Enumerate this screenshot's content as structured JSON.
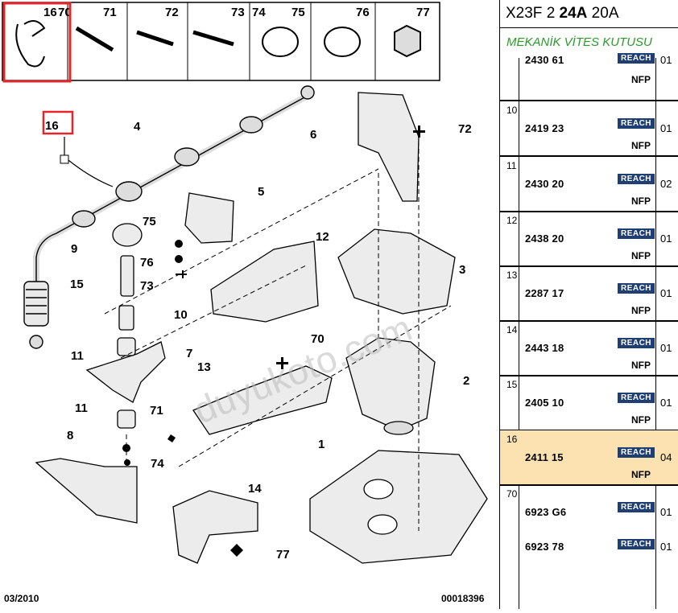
{
  "diagram": {
    "thumbnails": [
      {
        "label": "16",
        "highlight": true
      },
      {
        "label": "70"
      },
      {
        "label": "71"
      },
      {
        "label": "72"
      },
      {
        "label": "73"
      },
      {
        "label": "74"
      },
      {
        "label": "75"
      },
      {
        "label": "76"
      },
      {
        "label": "77"
      }
    ],
    "callouts": [
      "1",
      "2",
      "3",
      "4",
      "5",
      "6",
      "7",
      "8",
      "9",
      "10",
      "11",
      "11",
      "12",
      "13",
      "14",
      "15",
      "16",
      "70",
      "71",
      "72",
      "73",
      "74",
      "75",
      "76",
      "77"
    ],
    "watermark": "duyukoto.com",
    "date_code": "03/2010",
    "drawing_number": "00018396",
    "highlight_color": "#e3262b"
  },
  "panel": {
    "header": {
      "code_prefix": "X23F 2 ",
      "code_bold": "24A",
      "code_suffix": " 20A"
    },
    "subheader": "MEKANİK VİTES KUTUSU",
    "partial_row": {
      "ref": "2430 61",
      "reach": "REACH",
      "qty": "01",
      "nfp": "NFP"
    },
    "rows": [
      {
        "num": "10",
        "ref": "2419 23",
        "reach": "REACH",
        "qty": "01",
        "nfp": "NFP"
      },
      {
        "num": "11",
        "ref": "2430 20",
        "reach": "REACH",
        "qty": "02",
        "nfp": "NFP"
      },
      {
        "num": "12",
        "ref": "2438 20",
        "reach": "REACH",
        "qty": "01",
        "nfp": "NFP"
      },
      {
        "num": "13",
        "ref": "2287 17",
        "reach": "REACH",
        "qty": "01",
        "nfp": "NFP"
      },
      {
        "num": "14",
        "ref": "2443 18",
        "reach": "REACH",
        "qty": "01",
        "nfp": "NFP"
      },
      {
        "num": "15",
        "ref": "2405 10",
        "reach": "REACH",
        "qty": "01",
        "nfp": "NFP"
      },
      {
        "num": "16",
        "ref": "2411 15",
        "reach": "REACH",
        "qty": "04",
        "nfp": "NFP",
        "highlight": true
      },
      {
        "num": "70",
        "ref": "6923 G6",
        "reach": "REACH",
        "qty": "01",
        "ref2": "6923 78",
        "reach2": "REACH",
        "qty2": "01"
      }
    ],
    "highlight_color": "#fbe2b0",
    "reach_color": "#1f3f74",
    "subheader_color": "#2a9a2a"
  }
}
